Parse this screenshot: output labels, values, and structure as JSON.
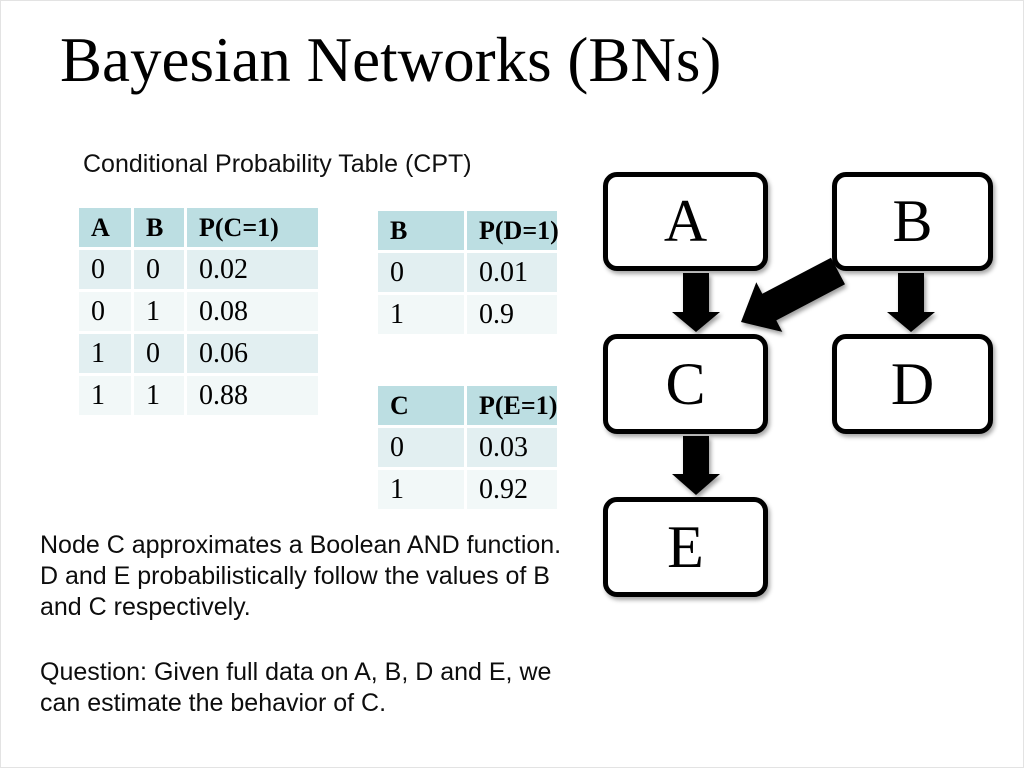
{
  "slide": {
    "title": "Bayesian Networks (BNs)",
    "cpt_caption": "Conditional Probability Table (CPT)"
  },
  "tables": {
    "cpt_c": {
      "headers": [
        "A",
        "B",
        "P(C=1)"
      ],
      "rows": [
        [
          "0",
          "0",
          "0.02"
        ],
        [
          "0",
          "1",
          "0.08"
        ],
        [
          "1",
          "0",
          "0.06"
        ],
        [
          "1",
          "1",
          "0.88"
        ]
      ]
    },
    "cpt_d": {
      "headers": [
        "B",
        "P(D=1)"
      ],
      "rows": [
        [
          "0",
          "0.01"
        ],
        [
          "1",
          "0.9"
        ]
      ]
    },
    "cpt_e": {
      "headers": [
        "C",
        "P(E=1)"
      ],
      "rows": [
        [
          "0",
          "0.03"
        ],
        [
          "1",
          "0.92"
        ]
      ]
    }
  },
  "notes": {
    "paragraph1_lines": [
      "Node C approximates a Boolean AND function.",
      "D and E probabilistically follow the values of B",
      "and C respectively."
    ],
    "paragraph2_lines": [
      "Question: Given full data on A, B, D and E, we",
      "can estimate the behavior of C."
    ]
  },
  "diagram": {
    "nodes": [
      {
        "id": "A",
        "label": "A"
      },
      {
        "id": "B",
        "label": "B"
      },
      {
        "id": "C",
        "label": "C"
      },
      {
        "id": "D",
        "label": "D"
      },
      {
        "id": "E",
        "label": "E"
      }
    ],
    "edges": [
      {
        "from": "A",
        "to": "C"
      },
      {
        "from": "B",
        "to": "C"
      },
      {
        "from": "B",
        "to": "D"
      },
      {
        "from": "C",
        "to": "E"
      }
    ]
  },
  "colors": {
    "table_header_bg": "#bcdee2",
    "table_row_dark": "#e2eff1",
    "table_row_light": "#f2f8f8",
    "node_border": "#000000",
    "arrow_fill": "#000000",
    "background": "#ffffff"
  }
}
